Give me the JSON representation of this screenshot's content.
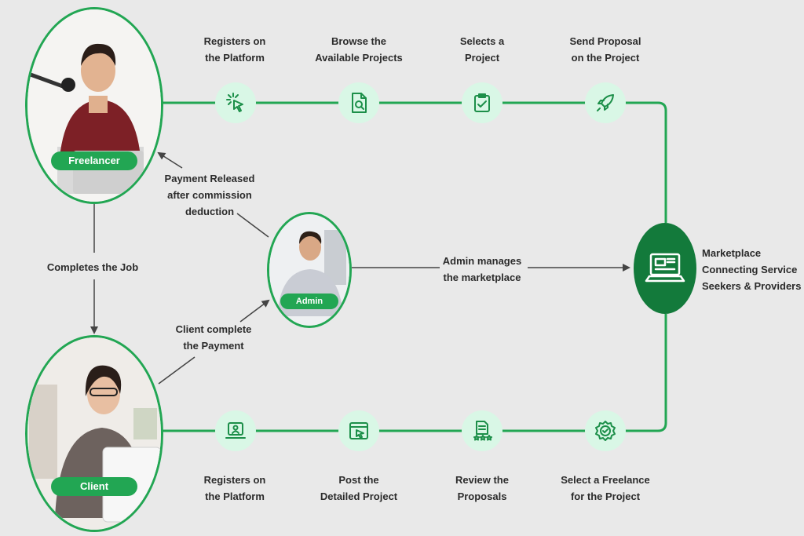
{
  "freelancer": {
    "badge": "Freelancer"
  },
  "client": {
    "badge": "Client"
  },
  "admin": {
    "badge": "Admin"
  },
  "hub": {
    "lines": [
      "Marketplace",
      "Connecting Service",
      "Seekers & Providers"
    ]
  },
  "top_steps": [
    {
      "lines": [
        "Registers on",
        "the Platform"
      ],
      "icon": "cursor-click-icon"
    },
    {
      "lines": [
        "Browse the",
        "Available Projects"
      ],
      "icon": "document-search-icon"
    },
    {
      "lines": [
        "Selects a",
        "Project"
      ],
      "icon": "checklist-icon"
    },
    {
      "lines": [
        "Send Proposal",
        "on the Project"
      ],
      "icon": "rocket-icon"
    }
  ],
  "bottom_steps": [
    {
      "lines": [
        "Registers on",
        "the Platform"
      ],
      "icon": "user-laptop-icon"
    },
    {
      "lines": [
        "Post the",
        "Detailed Project"
      ],
      "icon": "browser-pointer-icon"
    },
    {
      "lines": [
        "Review the",
        "Proposals"
      ],
      "icon": "document-stars-icon"
    },
    {
      "lines": [
        "Select a Freelance",
        "for the Project"
      ],
      "icon": "badge-check-icon"
    }
  ],
  "flows": {
    "completes_job": "Completes the Job",
    "payment_released": [
      "Payment Released",
      "after commission",
      "deduction"
    ],
    "client_payment": [
      "Client complete",
      "the Payment"
    ],
    "admin_manages": [
      "Admin manages",
      "the marketplace"
    ]
  },
  "colors": {
    "accent": "#22a653",
    "hub": "#137a3b",
    "node_fill": "#d9f7e6",
    "background": "#e9e9e9"
  }
}
